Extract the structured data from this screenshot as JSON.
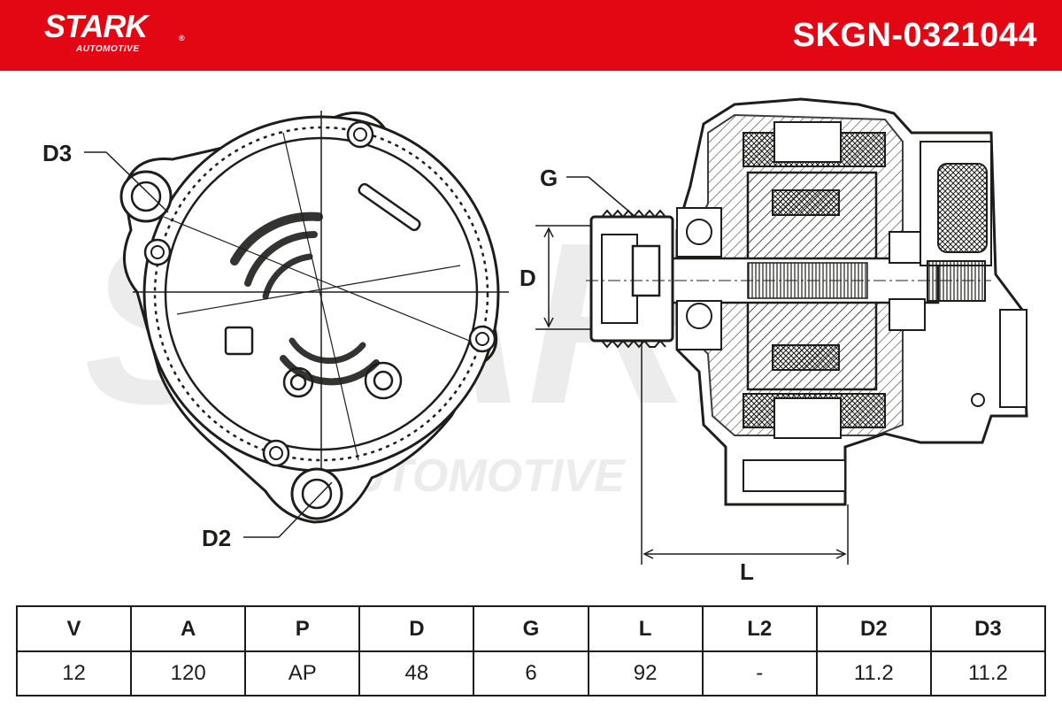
{
  "header": {
    "brand": "STARK",
    "brand_sub": "AUTOMOTIVE",
    "brand_mark": "®",
    "part_number": "SKGN-0321044",
    "bg_color": "#e30613"
  },
  "watermark": {
    "text_main": "STARK",
    "text_sub": "AUTOMOTIVE"
  },
  "dimension_labels": {
    "d3": "D3",
    "d2": "D2",
    "g": "G",
    "d": "D",
    "l": "L"
  },
  "spec_table": {
    "headers": [
      "V",
      "A",
      "P",
      "D",
      "G",
      "L",
      "L2",
      "D2",
      "D3"
    ],
    "values": [
      "12",
      "120",
      "AP",
      "48",
      "6",
      "92",
      "-",
      "11.2",
      "11.2"
    ]
  }
}
